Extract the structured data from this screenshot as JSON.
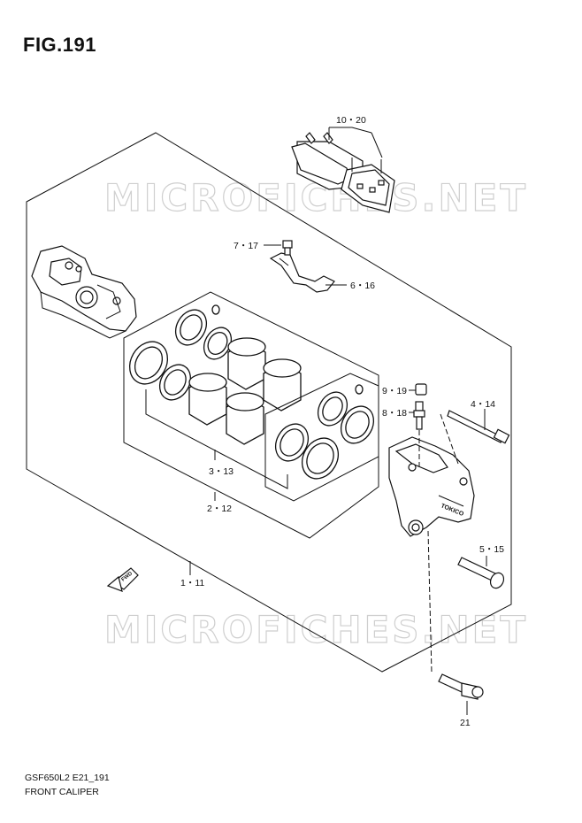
{
  "figure": {
    "title": "FIG.191"
  },
  "watermark": {
    "text": "MICROFICHES.NET"
  },
  "callouts": {
    "brake_pads": "10・20",
    "bleeder_bolt": "7・17",
    "pad_spring": "6・16",
    "bleeder_cap": "9・19",
    "bleeder_valve": "8・18",
    "pad_pin": "4・14",
    "piston": "3・13",
    "seal_set": "2・12",
    "caliper_assy": "1・11",
    "mounting_bolt": "5・15",
    "bracket_bolt": "21"
  },
  "forward_arrow": {
    "text": "FWD"
  },
  "caliper_engraving": {
    "text": "TOKICO"
  },
  "footer": {
    "model_code": "GSF650L2 E21_191",
    "section_title": "FRONT CALIPER"
  }
}
